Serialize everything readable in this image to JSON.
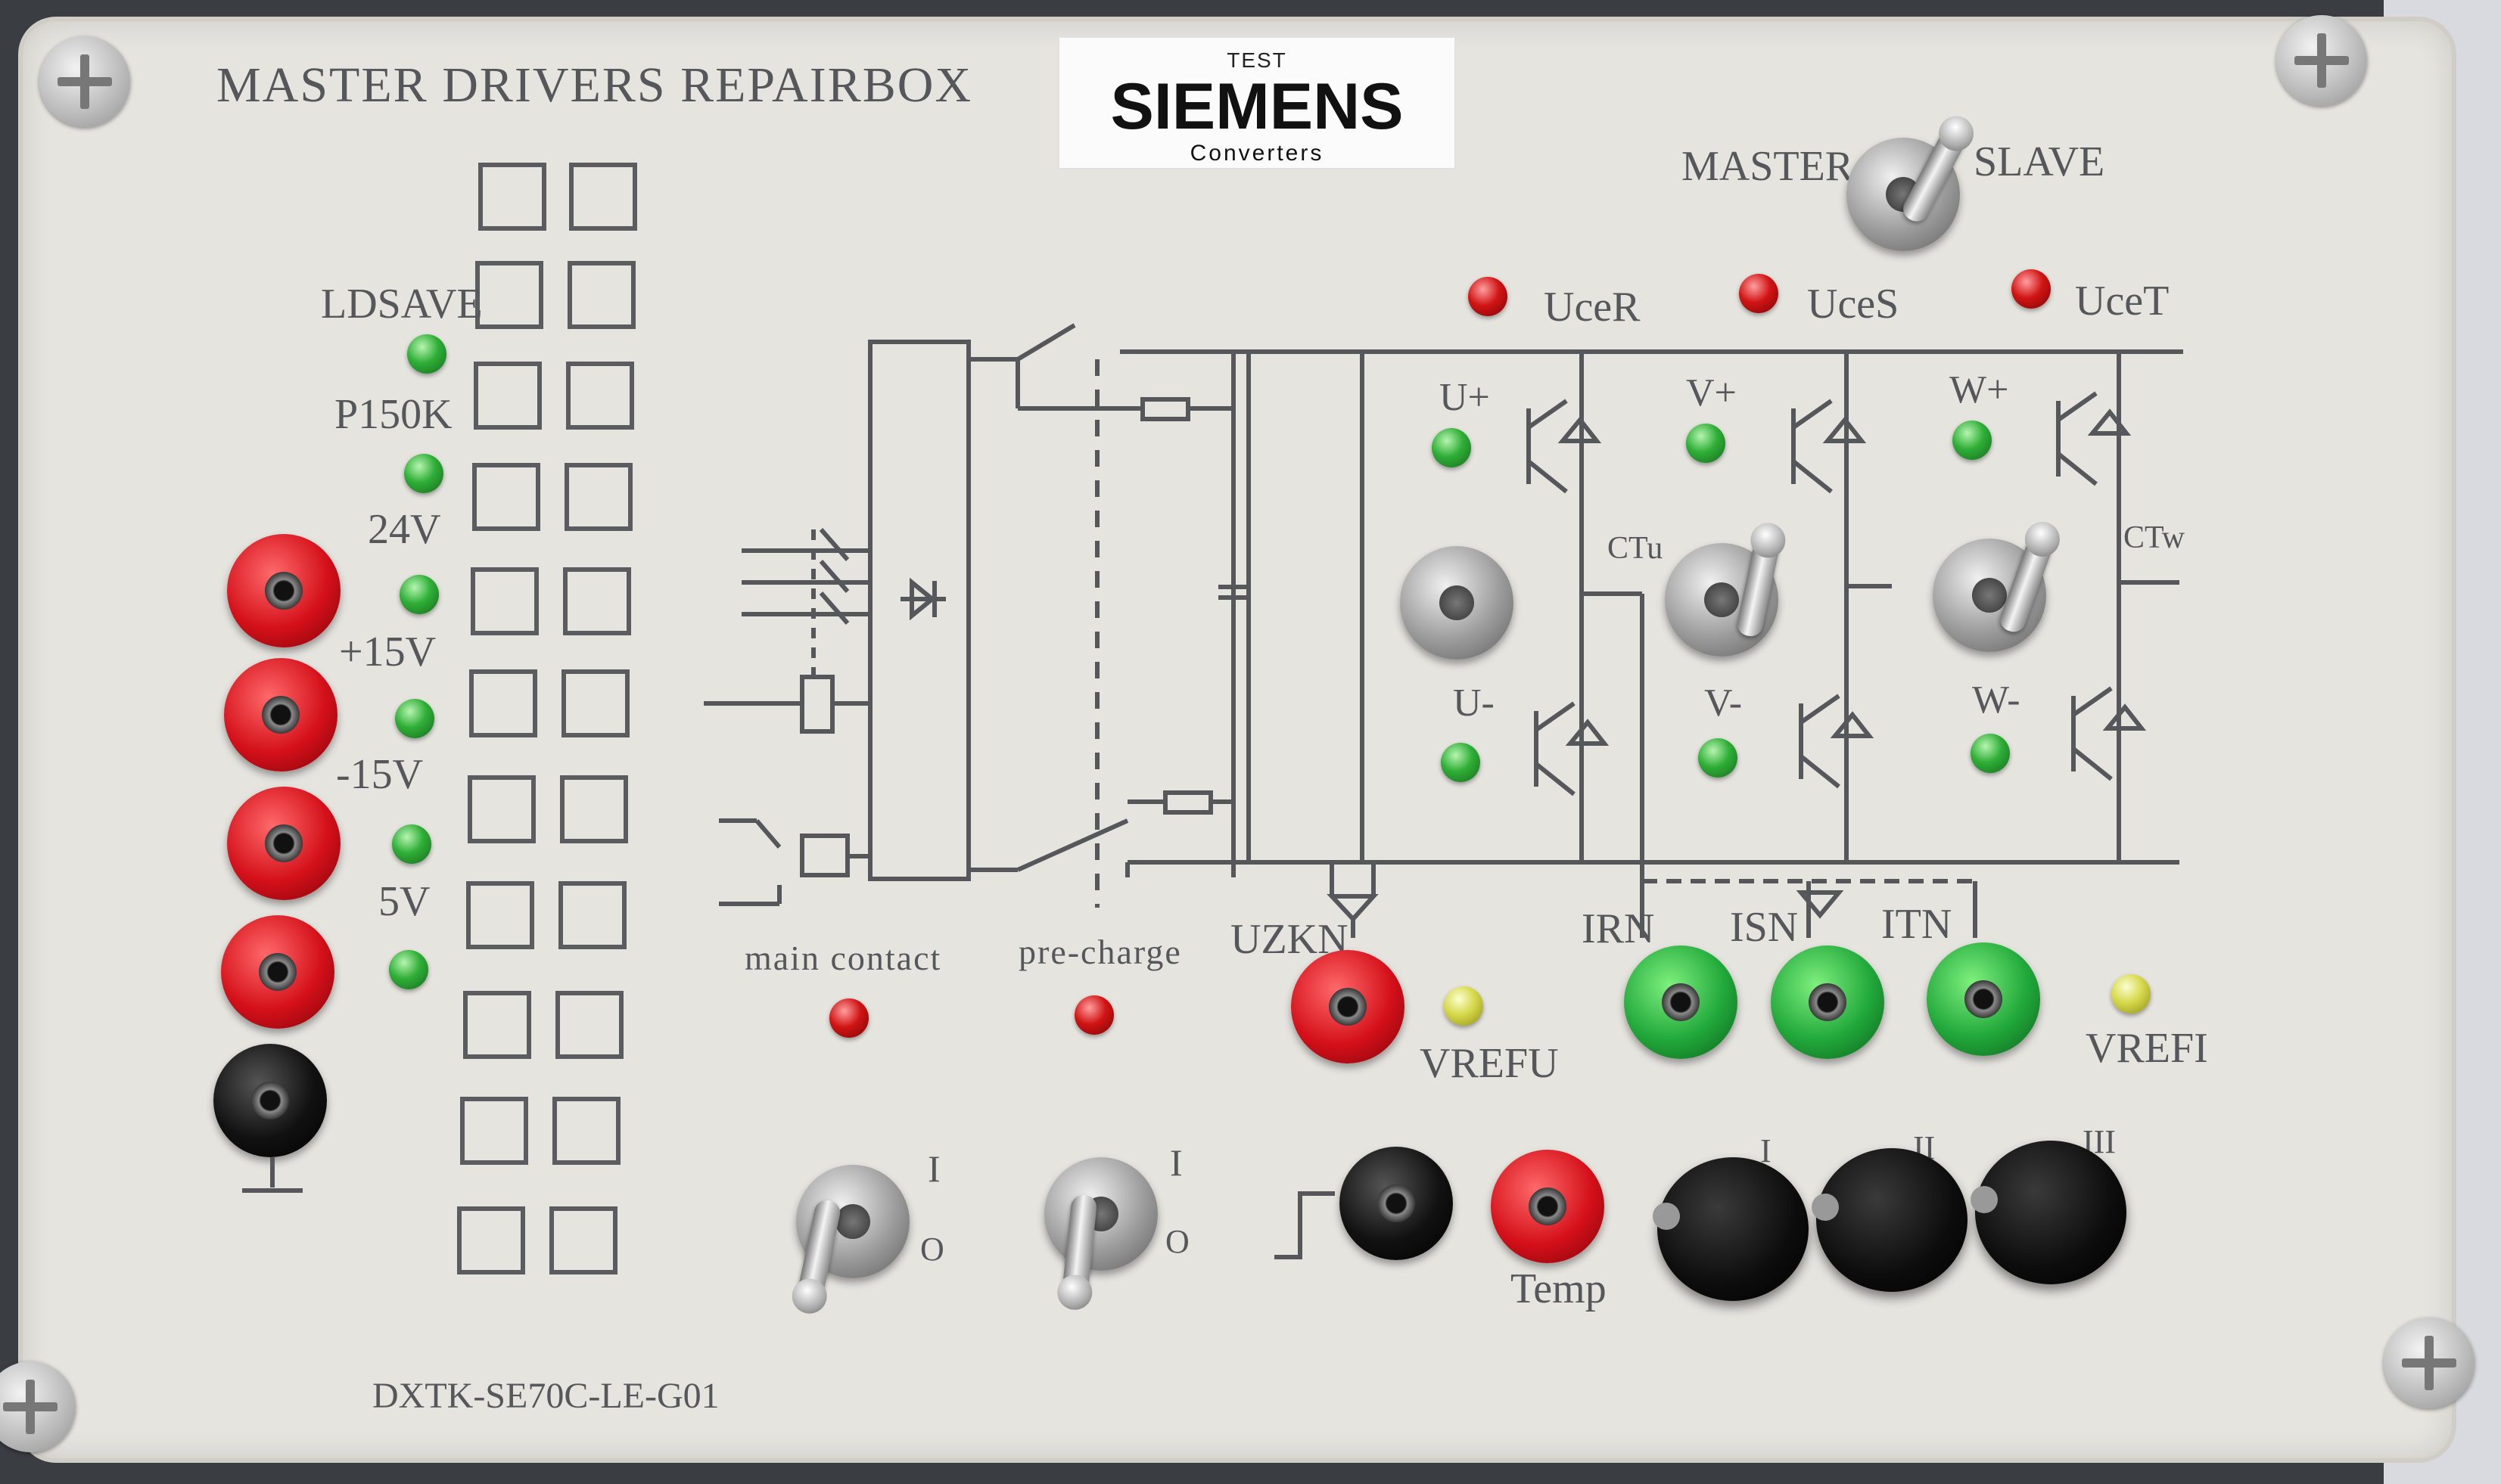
{
  "panel": {
    "title": "MASTER DRIVERS REPAIRBOX",
    "model": "DXTK-SE70C-LE-G01"
  },
  "logo": {
    "top": "TEST",
    "brand": "SIEMENS",
    "bottom": "Converters"
  },
  "switches": {
    "master": "MASTER",
    "slave": "SLAVE",
    "on_mark": "I",
    "off_mark": "O"
  },
  "status_leds": {
    "ldsave": "LDSAVE",
    "p150k": "P150K",
    "v24": "24V",
    "vp15": "+15V",
    "vm15": "-15V",
    "v5": "5V"
  },
  "ige_labels": {
    "ucer": "UceR",
    "uces": "UceS",
    "ucet": "UceT",
    "u_plus": "U+",
    "v_plus": "V+",
    "w_plus": "W+",
    "u_minus": "U-",
    "v_minus": "V-",
    "w_minus": "W-",
    "ctu": "CTu",
    "ctw": "CTw"
  },
  "bottom_labels": {
    "main_contact": "main contact",
    "pre_charge": "pre-charge",
    "uzkn": "UZKN",
    "vrefu": "VREFU",
    "vrefi": "VREFI",
    "irn": "IRN",
    "isn": "ISN",
    "itn": "ITN",
    "temp": "Temp",
    "fuse1": "I",
    "fuse2": "II",
    "fuse3": "III"
  },
  "colors": {
    "panel": "#e5e4df",
    "print": "#55575a",
    "led_green": "#2fae37",
    "led_red": "#d11414",
    "jack_red": "#d4101a",
    "jack_green": "#21a83a"
  },
  "icons": [
    "screw-icon",
    "ground-symbol-icon",
    "igbt-symbol-icon",
    "diode-bridge-icon",
    "capacitor-icon",
    "resistor-icon",
    "relay-coil-icon"
  ]
}
